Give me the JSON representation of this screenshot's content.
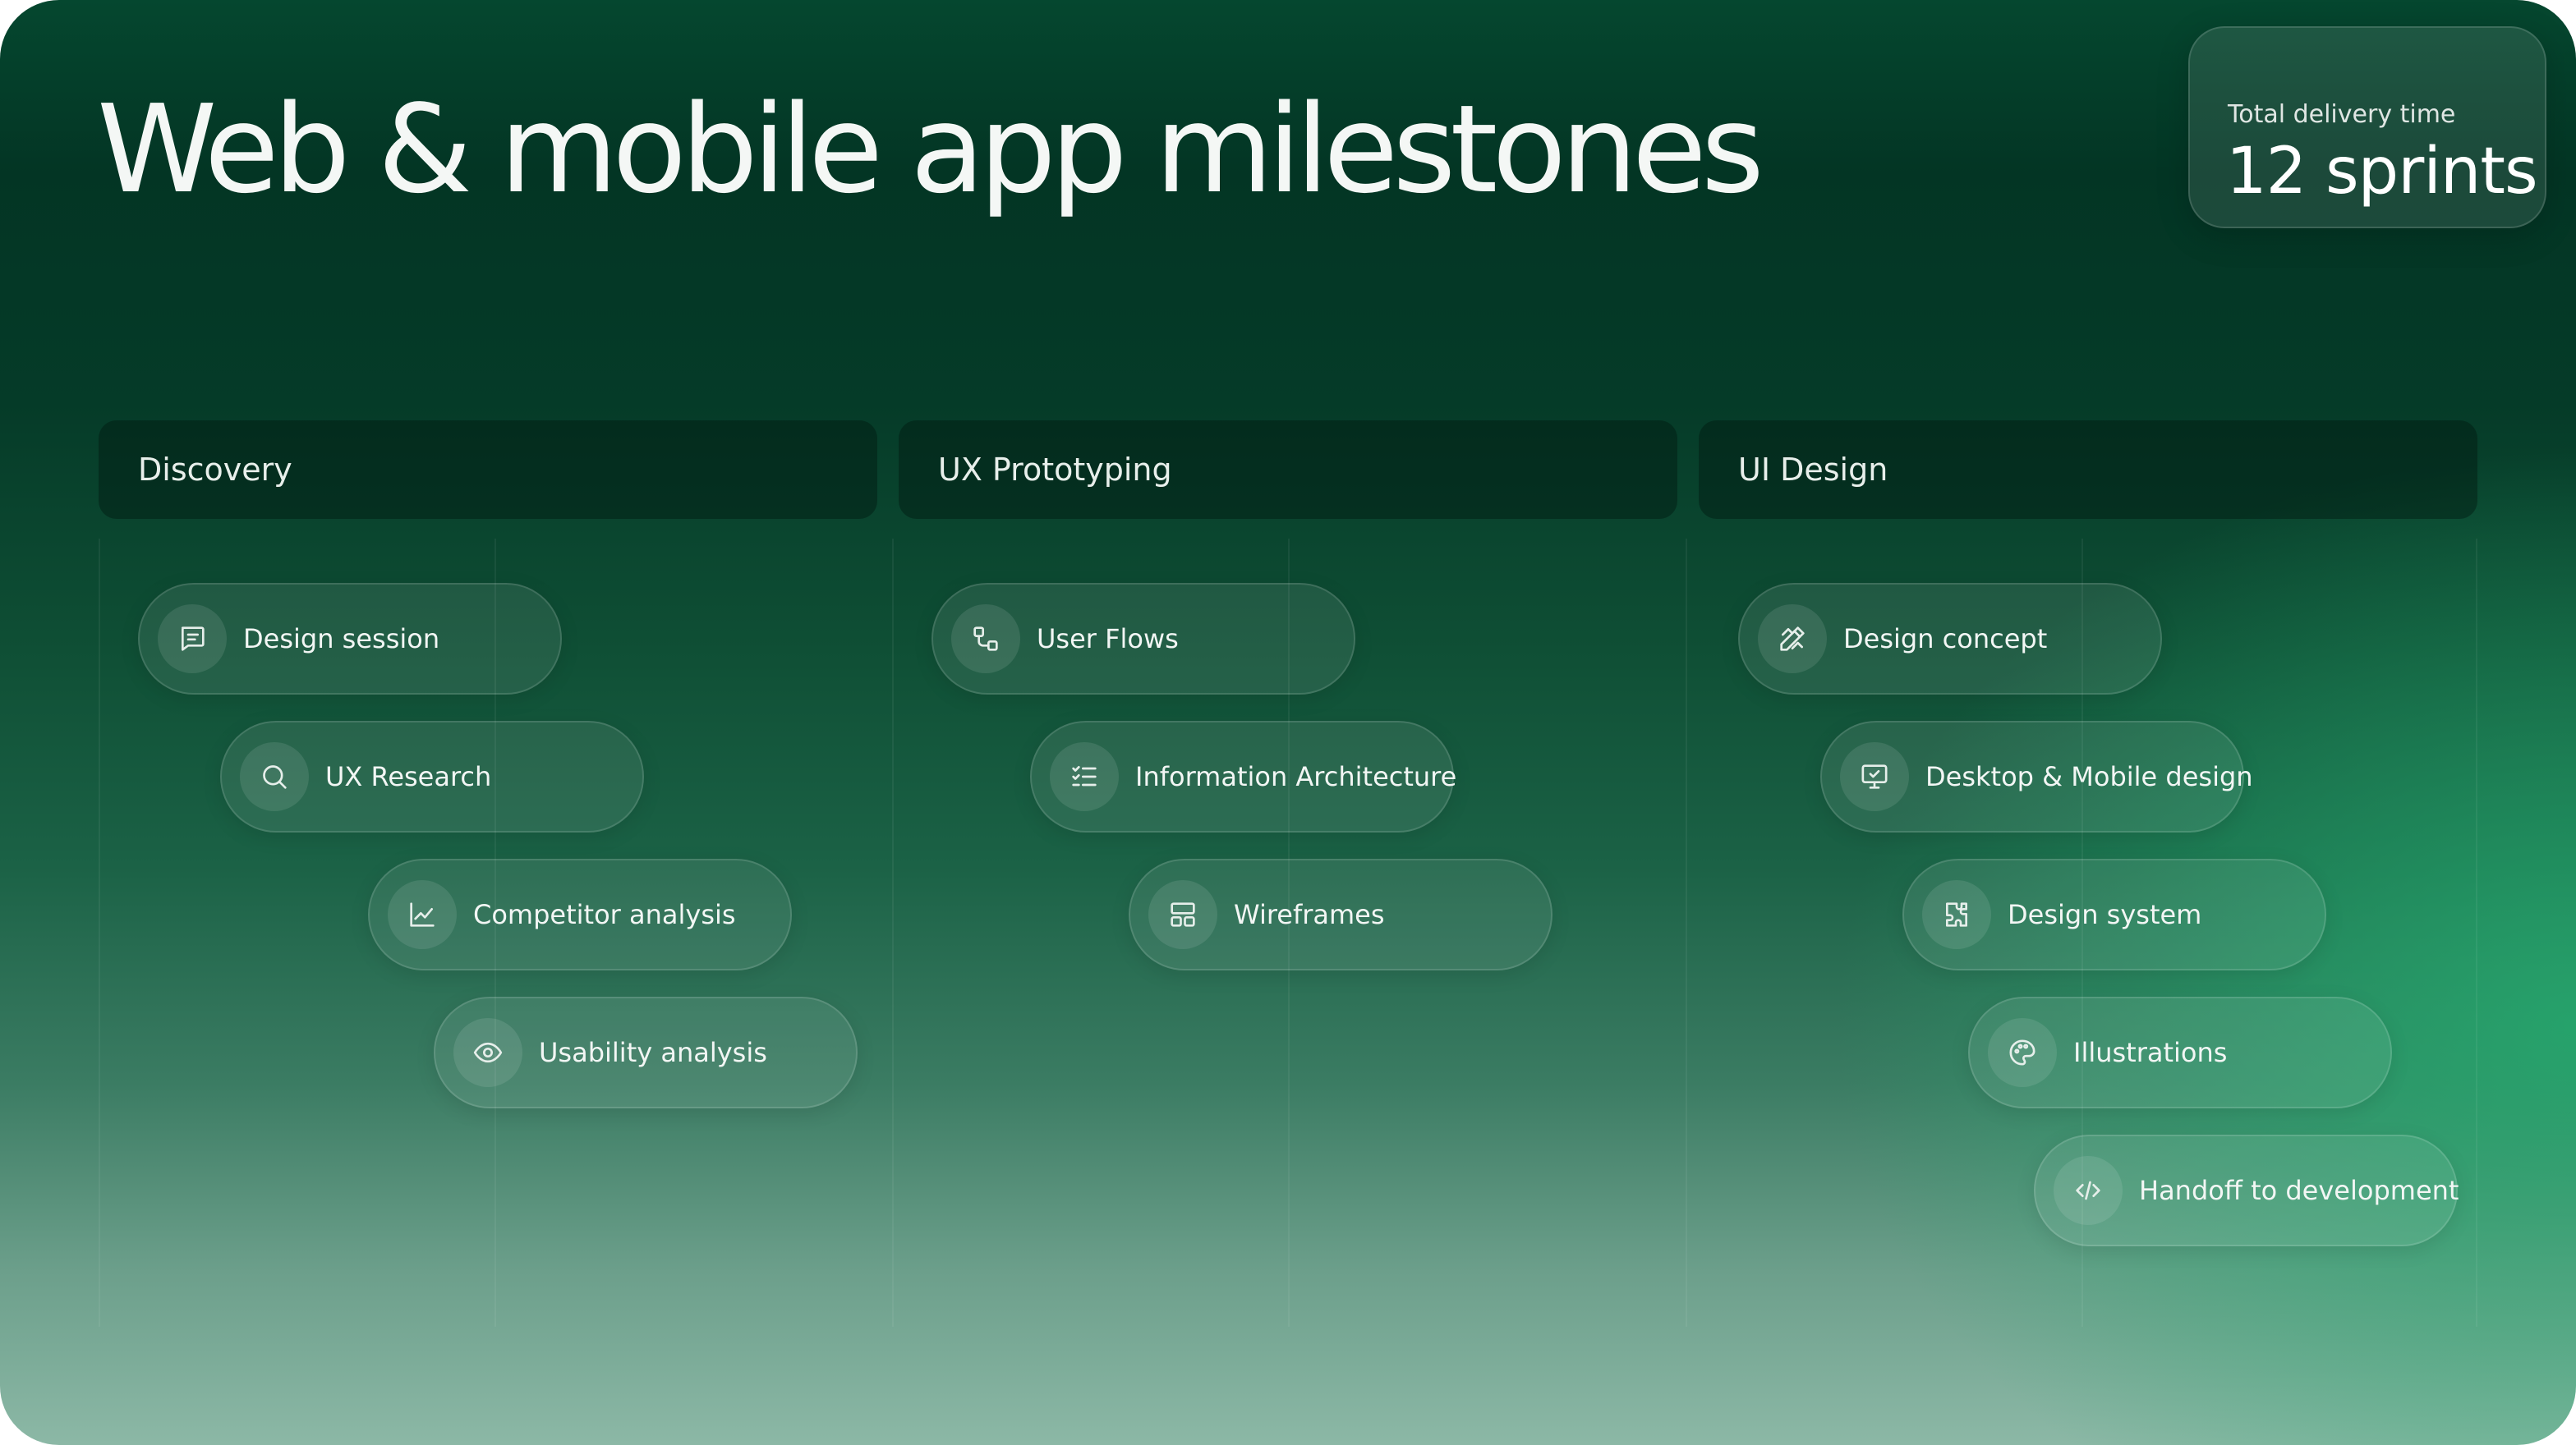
{
  "title": "Web & mobile app milestones",
  "summary": {
    "label": "Total delivery time",
    "value": "12 sprints"
  },
  "phases": [
    {
      "name": "Discovery",
      "milestones": [
        {
          "label": "Design session",
          "icon": "message-square-icon"
        },
        {
          "label": "UX Research",
          "icon": "search-icon"
        },
        {
          "label": "Competitor analysis",
          "icon": "line-chart-icon"
        },
        {
          "label": "Usability analysis",
          "icon": "eye-icon"
        }
      ]
    },
    {
      "name": "UX Prototyping",
      "milestones": [
        {
          "label": "User Flows",
          "icon": "flow-icon"
        },
        {
          "label": "Information Architecture",
          "icon": "list-checks-icon"
        },
        {
          "label": "Wireframes",
          "icon": "layout-icon"
        }
      ]
    },
    {
      "name": "UI Design",
      "milestones": [
        {
          "label": "Design concept",
          "icon": "pencil-ruler-icon"
        },
        {
          "label": "Desktop & Mobile design",
          "icon": "monitor-check-icon"
        },
        {
          "label": "Design system",
          "icon": "puzzle-icon"
        },
        {
          "label": "Illustrations",
          "icon": "palette-icon"
        },
        {
          "label": "Handoff to development",
          "icon": "code-icon"
        }
      ]
    }
  ],
  "colors": {
    "background_top": "#033524",
    "background_bottom": "#8cb8a6",
    "accent_glow": "#24aa6e",
    "text": "#ffffff"
  }
}
